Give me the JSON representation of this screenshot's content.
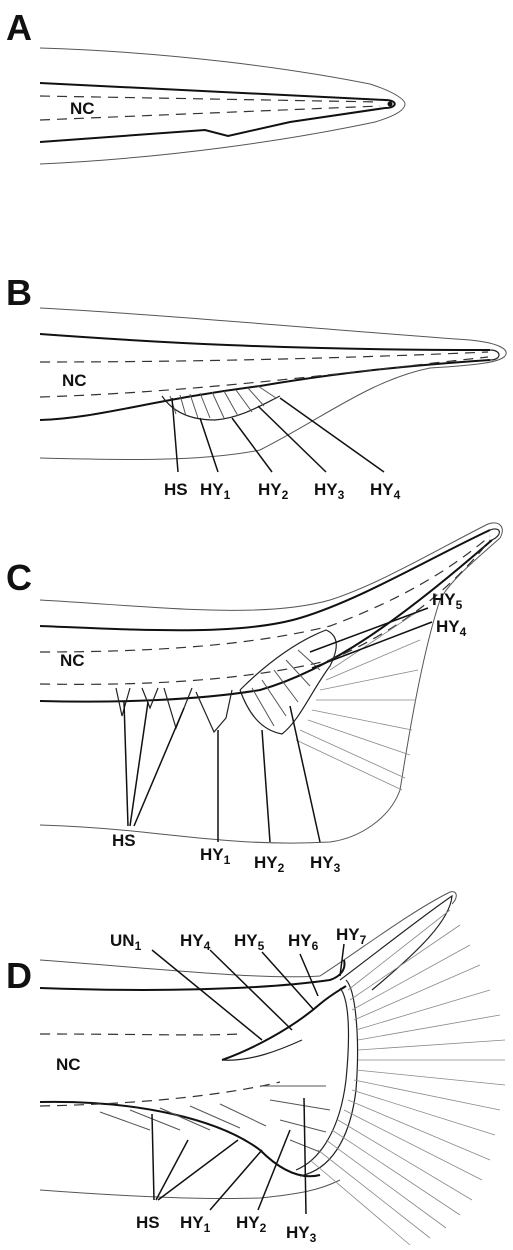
{
  "panels": [
    {
      "letter": "A",
      "labels": {
        "nc": "NC"
      }
    },
    {
      "letter": "B",
      "labels": {
        "nc": "NC",
        "hs": "HS",
        "hy1": [
          "HY",
          "1"
        ],
        "hy2": [
          "HY",
          "2"
        ],
        "hy3": [
          "HY",
          "3"
        ],
        "hy4": [
          "HY",
          "4"
        ]
      }
    },
    {
      "letter": "C",
      "labels": {
        "nc": "NC",
        "hs": "HS",
        "hy1": [
          "HY",
          "1"
        ],
        "hy2": [
          "HY",
          "2"
        ],
        "hy3": [
          "HY",
          "3"
        ],
        "hy4": [
          "HY",
          "4"
        ],
        "hy5": [
          "HY",
          "5"
        ]
      }
    },
    {
      "letter": "D",
      "labels": {
        "nc": "NC",
        "hs": "HS",
        "un1": [
          "UN",
          "1"
        ],
        "hy1": [
          "HY",
          "1"
        ],
        "hy2": [
          "HY",
          "2"
        ],
        "hy3": [
          "HY",
          "3"
        ],
        "hy4": [
          "HY",
          "4"
        ],
        "hy5": [
          "HY",
          "5"
        ],
        "hy6": [
          "HY",
          "6"
        ],
        "hy7": [
          "HY",
          "7"
        ]
      }
    }
  ]
}
